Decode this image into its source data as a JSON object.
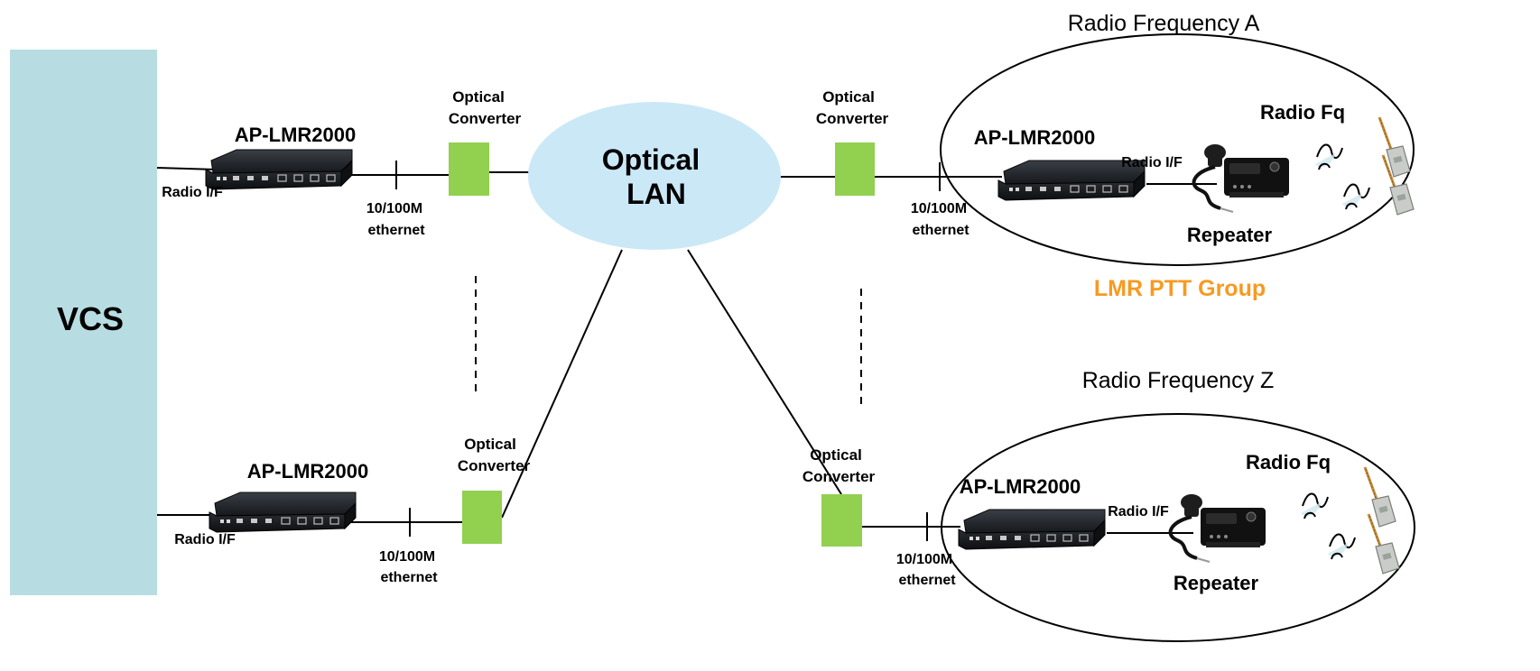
{
  "colors": {
    "vcs_fill": "#b7dde3",
    "optical_lan_fill": "#cbe8f7",
    "converter_fill": "#92d050",
    "ptt_group_text": "#f79a22"
  },
  "vcs": {
    "label": "VCS"
  },
  "optical_lan": {
    "line1": "Optical",
    "line2": "LAN"
  },
  "labels": {
    "device": "AP-LMR2000",
    "radio_if": "Radio I/F",
    "ethernet_line1": "10/100M",
    "ethernet_line2": "ethernet",
    "converter_line1": "Optical",
    "converter_line2": "Converter",
    "repeater": "Repeater",
    "radio_fq": "Radio Fq"
  },
  "groups": {
    "freq_a": "Radio Frequency A",
    "freq_z": "Radio Frequency Z",
    "ptt_group": "LMR PTT Group"
  },
  "icons": [
    "network-device-icon",
    "mobile-radio-icon",
    "handheld-radio-icon",
    "radio-wave-icon",
    "optical-converter-icon"
  ]
}
